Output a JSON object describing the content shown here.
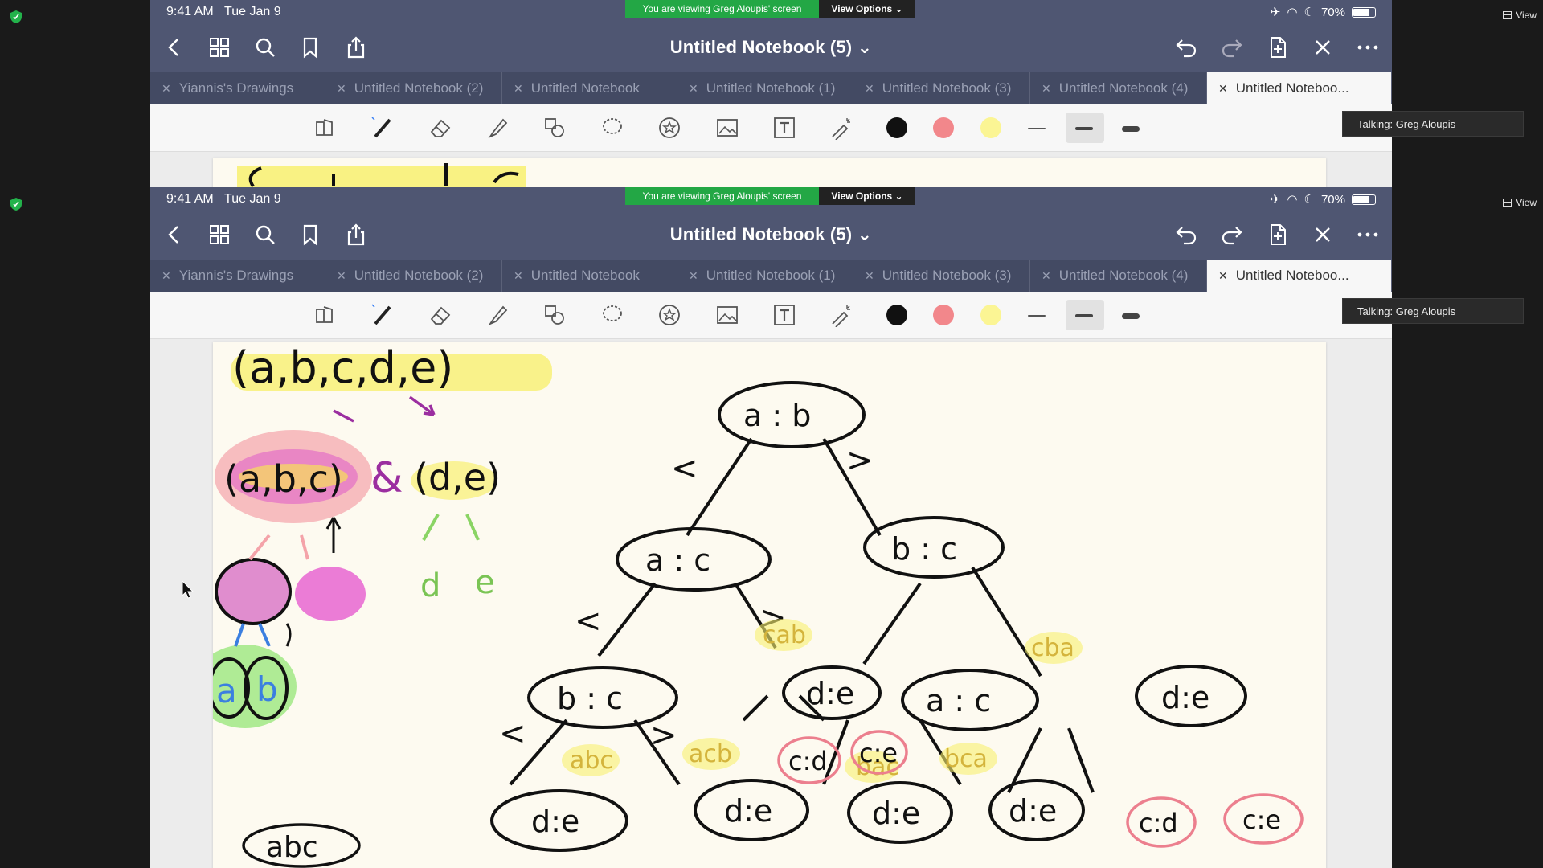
{
  "status": {
    "time": "9:41 AM",
    "date": "Tue Jan 9",
    "battery": "70%"
  },
  "share_banner": {
    "message": "You are viewing Greg Aloupis' screen",
    "options": "View Options ⌄"
  },
  "notebook": {
    "title": "Untitled Notebook (5) ⌄"
  },
  "tabs": [
    {
      "label": "Yiannis's Drawings"
    },
    {
      "label": "Untitled Notebook (2)"
    },
    {
      "label": "Untitled Notebook"
    },
    {
      "label": "Untitled Notebook (1)"
    },
    {
      "label": "Untitled Notebook (3)"
    },
    {
      "label": "Untitled Notebook (4)"
    },
    {
      "label": "Untitled Noteboo..."
    }
  ],
  "tools": [
    "select-icon",
    "pen-icon",
    "eraser-icon",
    "highlighter-icon",
    "shapes-icon",
    "lasso-icon",
    "sticker-icon",
    "image-icon",
    "text-icon",
    "laser-pointer-icon"
  ],
  "colors": {
    "black": "#111111",
    "pink": "#f2878b",
    "yellow": "#fbf594"
  },
  "talking": "Talking: Greg Aloupis",
  "view_label": "View",
  "drawing": {
    "tuple": "(a,b,c,d,e)",
    "left_group": "(a,b,c)",
    "amp": "&",
    "right_group": "(d,e)",
    "leaf_d": "d",
    "leaf_e": "e",
    "leaf_a": "a",
    "leaf_b": "b",
    "bottom_label": "abc",
    "tree": {
      "root": "a : b",
      "l1_left": "a : c",
      "l1_right": "b : c",
      "l2_ll": "b : c",
      "l2_lr": "d:e",
      "l2_rl": "a : c",
      "l2_rr": "d:e",
      "l3": [
        "d:e",
        "d:e",
        "d:e",
        "d:e"
      ],
      "pink_nodes": [
        "c:d",
        "c:e",
        "c:d",
        "c:e"
      ],
      "lt": "<",
      "gt": ">",
      "perm_cab": "cab",
      "perm_cba": "cba",
      "perm_abc": "abc",
      "perm_acb": "acb",
      "perm_bac": "bac",
      "perm_bca": "bca"
    }
  }
}
